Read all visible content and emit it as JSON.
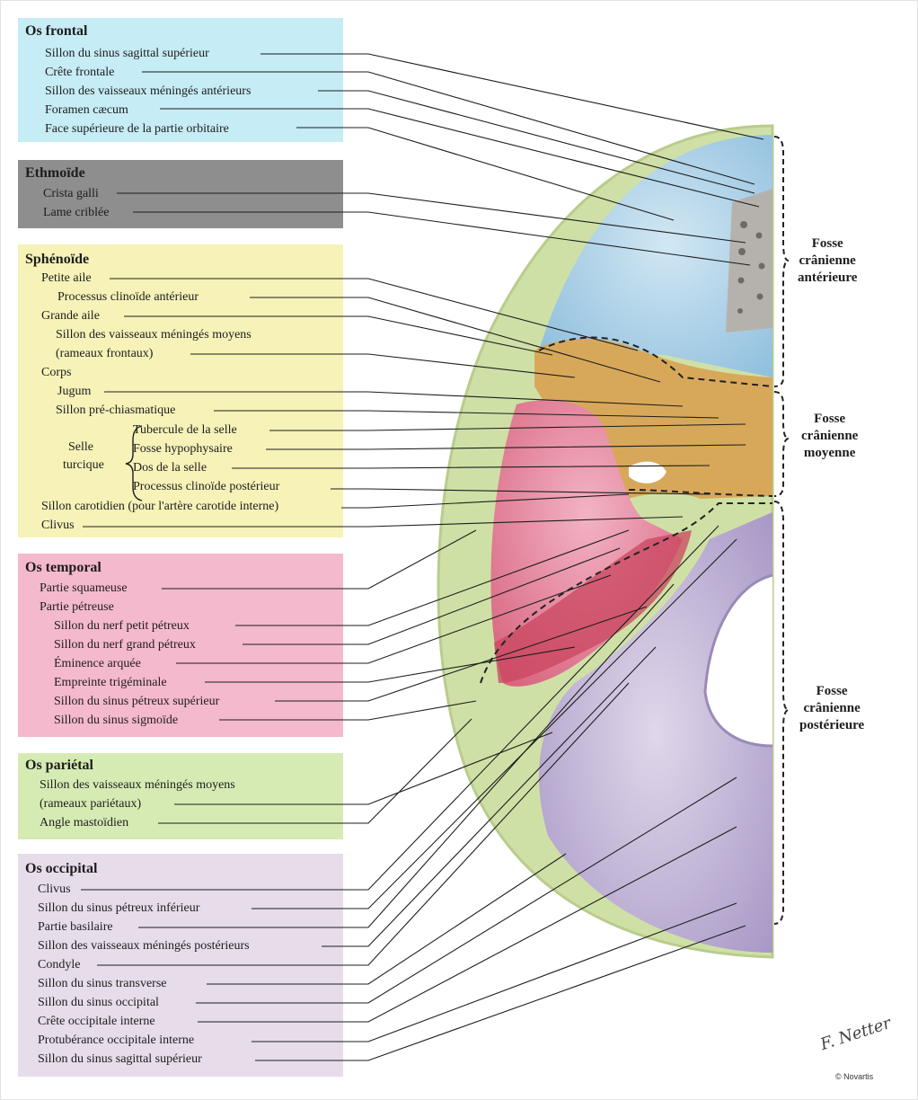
{
  "groups": {
    "frontal": {
      "title": "Os frontal",
      "items": [
        "Sillon du sinus sagittal supérieur",
        "Crête frontale",
        "Sillon des vaisseaux méningés antérieurs",
        "Foramen cæcum",
        "Face supérieure de la partie orbitaire"
      ]
    },
    "ethmoide": {
      "title": "Ethmoïde",
      "items": [
        "Crista galli",
        "Lame criblée"
      ]
    },
    "sphenoide": {
      "title": "Sphénoïde",
      "items": [
        "Petite aile",
        "Processus clinoïde antérieur",
        "Grande aile",
        "Sillon des vaisseaux méningés moyens",
        "(rameaux frontaux)",
        "Corps",
        "Jugum",
        "Sillon pré-chiasmatique",
        "Tubercule de la selle",
        "Fosse hypophysaire",
        "Dos de la selle",
        "Processus clinoïde postérieur",
        "Sillon carotidien (pour l'artère carotide interne)",
        "Clivus"
      ],
      "selle_label": [
        "Selle",
        "turcique"
      ]
    },
    "temporal": {
      "title": "Os temporal",
      "items": [
        "Partie squameuse",
        "Partie pétreuse",
        "Sillon du nerf petit pétreux",
        "Sillon du nerf grand pétreux",
        "Éminence arquée",
        "Empreinte trigéminale",
        "Sillon du sinus pétreux supérieur",
        "Sillon du sinus sigmoïde"
      ]
    },
    "parietal": {
      "title": "Os pariétal",
      "items": [
        "Sillon des vaisseaux méningés moyens",
        "(rameaux pariétaux)",
        "Angle mastoïdien"
      ]
    },
    "occipital": {
      "title": "Os occipital",
      "items": [
        "Clivus",
        "Sillon du sinus pétreux inférieur",
        "Partie basilaire",
        "Sillon des vaisseaux méningés postérieurs",
        "Condyle",
        "Sillon du sinus transverse",
        "Sillon du sinus occipital",
        "Crête occipitale interne",
        "Protubérance occipitale interne",
        "Sillon du sinus sagittal supérieur"
      ]
    }
  },
  "fosses": {
    "anterieure": [
      "Fosse",
      "crânienne",
      "antérieure"
    ],
    "moyenne": [
      "Fosse",
      "crânienne",
      "moyenne"
    ],
    "posterieure": [
      "Fosse",
      "crânienne",
      "postérieure"
    ]
  },
  "signature": "F. Netter",
  "copyright": "© Novartis",
  "colors": {
    "frontal_box": "#c6ecf5",
    "ethmoide_box": "#8e8e8e",
    "sphenoide_box": "#f6f2b8",
    "temporal_box": "#f4b9cd",
    "parietal_box": "#d6ebb3",
    "occipital_box": "#e7dcea",
    "frontal_bone": "#a9cfe6",
    "sphenoid_bone": "#d8a85a",
    "temporal_bone": "#e58aa1",
    "parietal_bone": "#cfe0a6",
    "occipital_bone": "#c5b7d9"
  }
}
